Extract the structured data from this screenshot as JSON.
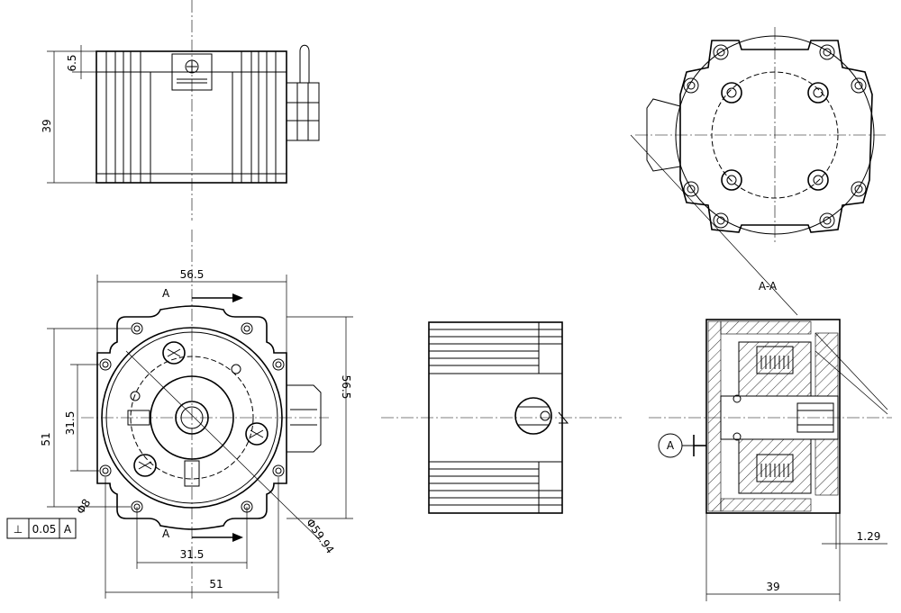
{
  "title": "",
  "front_view": {
    "dim_width_top": "56.5",
    "dim_height_right": "56.5",
    "dim_bolt_height": "51",
    "dim_bolt_width": "51",
    "dim_inner_height": "31.5",
    "dim_inner_width": "31.5",
    "dim_hole": "Φ8",
    "dim_diameter": "Φ59.94",
    "section_label_top": "A",
    "section_label_bottom": "A"
  },
  "side_view_top": {
    "dim_height": "39",
    "dim_small": "6.5"
  },
  "section_view": {
    "title": "A-A",
    "dim_offset": "1.29",
    "dim_length": "39",
    "datum": "A"
  },
  "tolerance_frame": {
    "symbol": "⊥",
    "value": "0.05",
    "datum": "A"
  }
}
